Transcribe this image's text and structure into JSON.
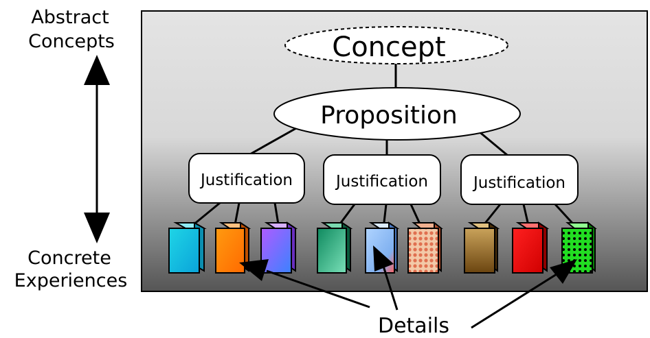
{
  "labels": {
    "abstract_line1": "Abstract",
    "abstract_line2": "Concepts",
    "concrete_line1": "Concrete",
    "concrete_line2": "Experiences",
    "details": "Details"
  },
  "nodes": {
    "concept": "Concept",
    "proposition": "Proposition",
    "justifications": [
      "Justification",
      "Justification",
      "Justification"
    ]
  },
  "colors": {
    "panel_top": "#e4e4e4",
    "panel_bottom": "#555555",
    "box_faces": [
      "#1fd5e6",
      "#ff7f00",
      "#9b59ff",
      "#1aa37a",
      "#a0c8ff",
      "#e8a080",
      "#a06a1a",
      "#ee1010",
      "#22cc22"
    ]
  }
}
